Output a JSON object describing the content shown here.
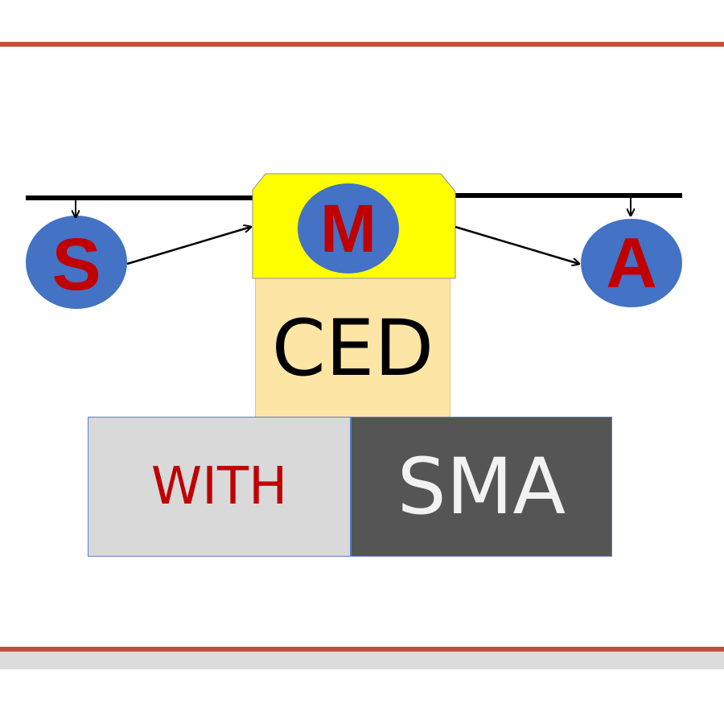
{
  "logo": {
    "left_circle_letter": "S",
    "center_circle_letter": "M",
    "right_circle_letter": "A",
    "center_block_text": "CED",
    "bottom_left_text": "WITH",
    "bottom_right_text": "SMA"
  },
  "colors": {
    "accent_rule": "#c0503a",
    "circle_fill": "#4472c4",
    "letter_red": "#c00000",
    "bracket_yellow": "#ffff00",
    "ced_block": "#fde6a5",
    "with_box": "#d9d9d9",
    "sma_box": "#555555",
    "sma_text": "#f2f2f2"
  }
}
